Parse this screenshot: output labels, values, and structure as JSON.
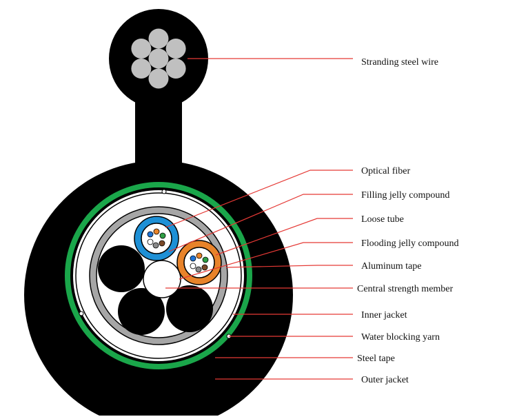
{
  "labels": [
    {
      "key": "stranding_steel_wire",
      "text": "Stranding steel wire"
    },
    {
      "key": "optical_fiber",
      "text": "Optical fiber"
    },
    {
      "key": "filling_jelly_compound",
      "text": "Filling jelly compound"
    },
    {
      "key": "loose_tube",
      "text": "Loose tube"
    },
    {
      "key": "flooding_jelly_compound",
      "text": "Flooding jelly compound"
    },
    {
      "key": "aluminum_tape",
      "text": "Aluminum tape"
    },
    {
      "key": "central_strength_member",
      "text": "Central strength member"
    },
    {
      "key": "inner_jacket",
      "text": "Inner jacket"
    },
    {
      "key": "water_blocking_yarn",
      "text": "Water blocking yarn"
    },
    {
      "key": "steel_tape",
      "text": "Steel tape"
    },
    {
      "key": "outer_jacket",
      "text": "Outer jacket"
    }
  ],
  "colors": {
    "jacket": "#000000",
    "steel_wire": "#c0c0c0",
    "steel_tape": "#1aa64a",
    "aluminum_tape": "#a6a6a6",
    "tube_blue": "#1e90d6",
    "tube_orange": "#e8832a",
    "leader_line": "#e53935",
    "fiber_colors": [
      "#1e73d6",
      "#e8832a",
      "#2e9e44",
      "#7a4a2a",
      "#8a8a8a",
      "#ffffff"
    ]
  }
}
